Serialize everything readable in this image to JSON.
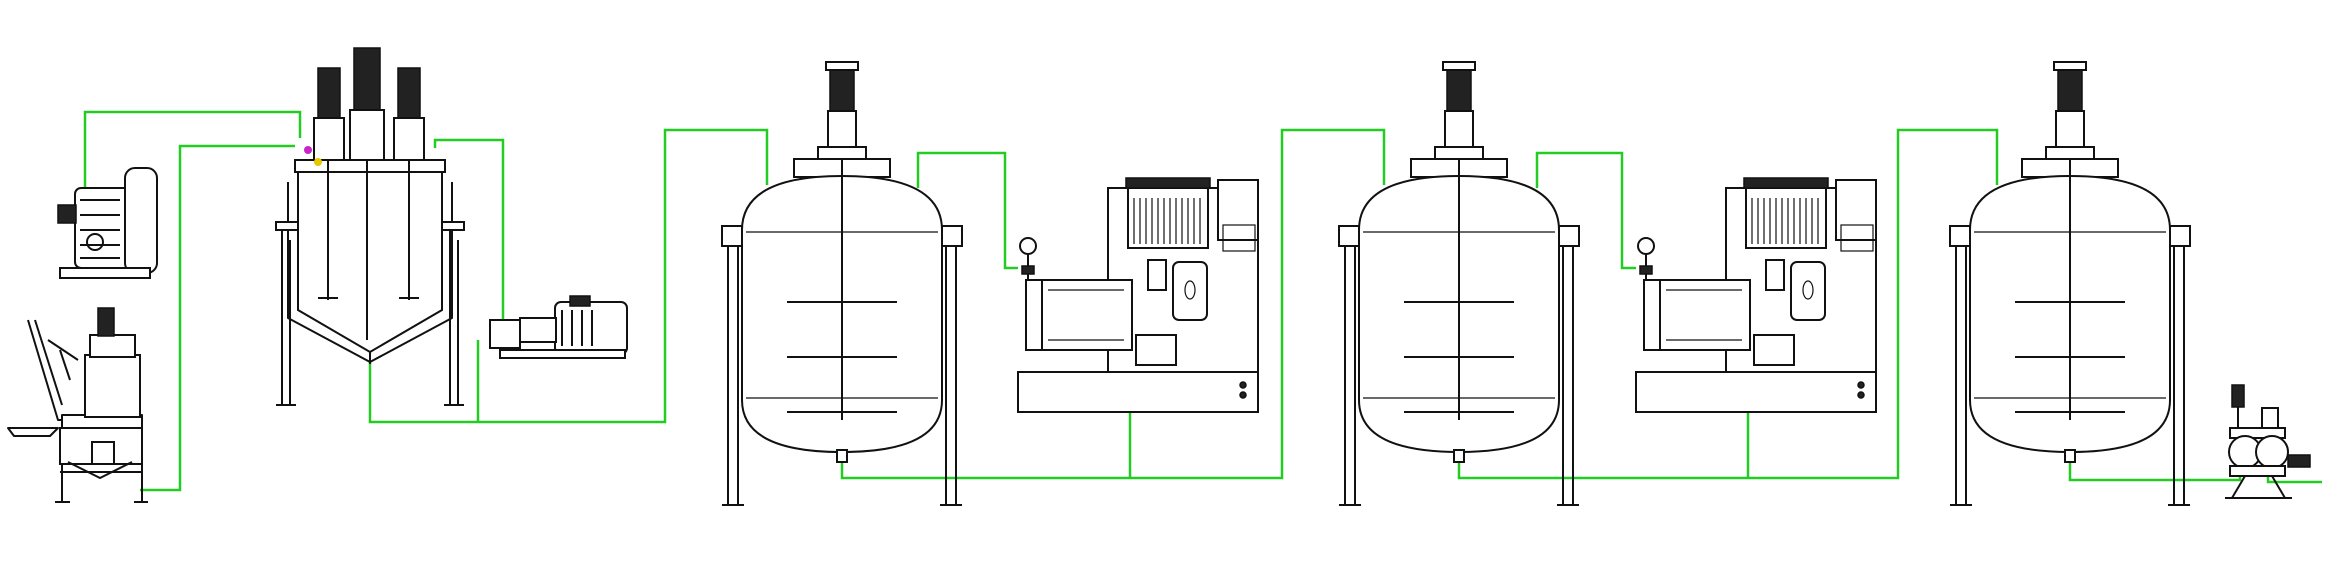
{
  "colors": {
    "line": "#111111",
    "pipe": "#22cc22",
    "background": "#ffffff",
    "accent_magenta": "#cc22cc",
    "accent_yellow": "#e6c800"
  },
  "equipment": [
    {
      "id": "powder-feeder-station",
      "kind": "powder-feeder"
    },
    {
      "id": "vacuum-pump",
      "kind": "pump"
    },
    {
      "id": "multi-shaft-disperser",
      "kind": "mixer-tank"
    },
    {
      "id": "transfer-pump-1",
      "kind": "pump"
    },
    {
      "id": "storage-tank-1",
      "kind": "tank"
    },
    {
      "id": "bead-mill-1",
      "kind": "mill"
    },
    {
      "id": "storage-tank-2",
      "kind": "tank"
    },
    {
      "id": "bead-mill-2",
      "kind": "mill"
    },
    {
      "id": "storage-tank-3",
      "kind": "tank"
    },
    {
      "id": "diaphragm-pump",
      "kind": "pump"
    }
  ]
}
